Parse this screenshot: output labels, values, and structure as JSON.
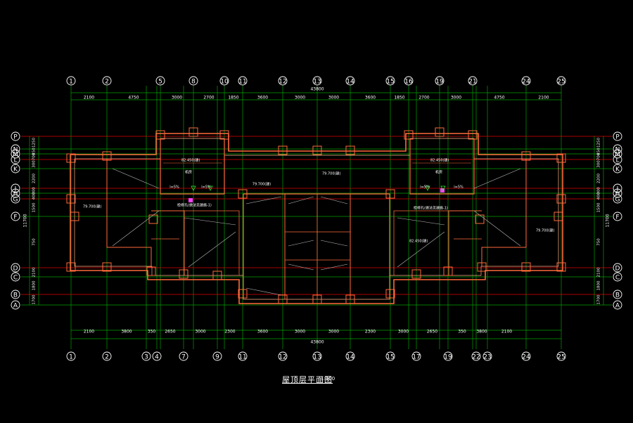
{
  "colors": {
    "background": "#000000",
    "axis_line": "#00a000",
    "axis_red": "#e00000",
    "wall": "#ff6a3a",
    "wall_inner": "#ffb08a",
    "bubble": "#ffffff",
    "dim_text": "#ffffff",
    "annotation": "#ffffff",
    "magenta": "#ff40ff"
  },
  "drawing": {
    "title": "屋顶层平面图",
    "scale": "1:100",
    "overall_dimension_top": "43800",
    "overall_dimension_bottom": "43800"
  },
  "top_axes": [
    "1",
    "2",
    "5",
    "8",
    "10",
    "11",
    "12",
    "13",
    "14",
    "15",
    "16",
    "19",
    "21",
    "24",
    "25"
  ],
  "top_dims": [
    "2100",
    "4750",
    "3000",
    "2700",
    "1850",
    "3600",
    "3000",
    "3000",
    "3600",
    "1850",
    "2700",
    "3000",
    "4750",
    "2100"
  ],
  "bottom_axes": [
    "1",
    "2",
    "3",
    "4",
    "7",
    "9",
    "11",
    "12",
    "13",
    "14",
    "15",
    "17",
    "19",
    "22",
    "23",
    "24",
    "25"
  ],
  "bottom_dims": [
    "2100",
    "3800",
    "350",
    "2650",
    "3000",
    "2300",
    "3600",
    "3000",
    "3000",
    "2300",
    "3000",
    "2650",
    "350",
    "3800",
    "2100"
  ],
  "left_axes": [
    "P",
    "N",
    "M",
    "L",
    "K",
    "J",
    "H",
    "G",
    "F",
    "D",
    "C",
    "B",
    "A"
  ],
  "right_axes": [
    "P",
    "N",
    "M",
    "L",
    "K",
    "J",
    "H",
    "G",
    "F",
    "D",
    "C",
    "B",
    "A"
  ],
  "side_dims": [
    "1250",
    "450",
    "700",
    "300",
    "2200",
    "300",
    "400",
    "1500",
    "750",
    "2100",
    "1800",
    "1700",
    "400"
  ],
  "side_total": "11700",
  "annotations": [
    {
      "text": "82.450(建)"
    },
    {
      "text": "机房"
    },
    {
      "text": "i=5%"
    },
    {
      "text": "i=5%"
    },
    {
      "text": "检修孔(做法见建施-1)"
    },
    {
      "text": "79.700(建)"
    },
    {
      "text": "79.700(建)"
    },
    {
      "text": "79.700(建)"
    },
    {
      "text": "82.450(建)"
    },
    {
      "text": "机房"
    },
    {
      "text": "i=5%"
    },
    {
      "text": "i=5%"
    },
    {
      "text": "检修孔(做法见建施-1)"
    },
    {
      "text": "82.450(建)"
    },
    {
      "text": "79.700(建)"
    }
  ]
}
